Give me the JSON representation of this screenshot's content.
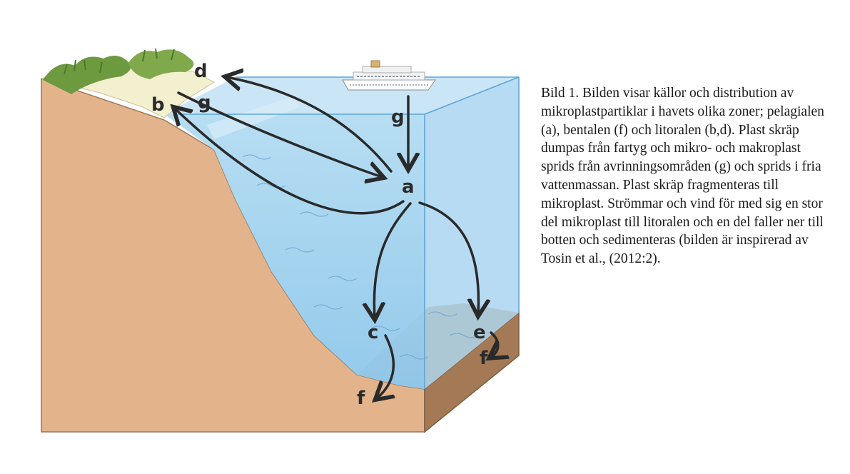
{
  "diagram": {
    "labels": {
      "a": "a",
      "b": "b",
      "c": "c",
      "d": "d",
      "e": "e",
      "f_slope": "f",
      "f_floor": "f",
      "g_coast": "g",
      "g_ship": "g"
    },
    "colors": {
      "land": "#e3b48c",
      "land_side": "#c99e78",
      "soil_dark": "#a37a55",
      "water_front": "#a8d3ee",
      "water_top": "#c4e3f5",
      "water_deep": "#7fbde3",
      "beach": "#f3f0cf",
      "grass": "#6d9a3e",
      "box_line": "#5fa5d8",
      "arrow": "#2a2a2a"
    }
  },
  "caption": {
    "text": "Bild 1. Bilden visar källor och distribution av mikroplastpartiklar i havets olika zoner; pelagialen (a), bentalen (f) och litoralen (b,d). Plast skräp dumpas från fartyg och mikro- och makroplast sprids från avrinningsområden (g) och sprids i fria vattenmassan. Plast skräp fragmenteras till mikroplast. Strömmar och vind för med sig en stor del mikroplast till litoralen och en del faller ner till botten och sedimenteras (bilden är inspirerad av Tosin et al., (2012:2)."
  }
}
